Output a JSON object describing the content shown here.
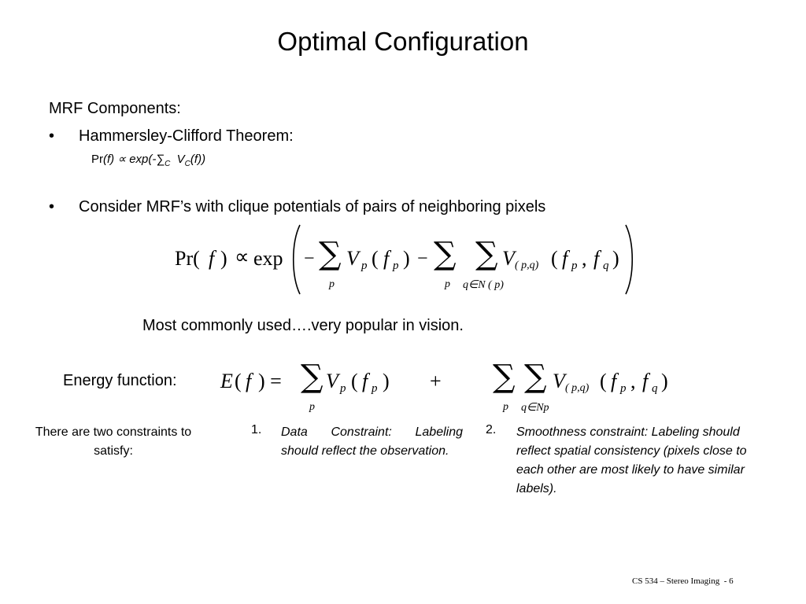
{
  "slide": {
    "title": "Optimal Configuration",
    "mrf_components": "MRF Components:",
    "bullet1": "Hammersley-Clifford Theorem:",
    "hc_formula": {
      "pr": "Pr",
      "rest": "(f) ∝ exp(-∑",
      "sub_c": "C",
      "v": "V",
      "sub_c2": "C",
      "end": "(f))"
    },
    "bullet2": "Consider MRF’s with clique potentials of pairs of neighboring pixels",
    "most_common": "Most commonly used….very popular in vision.",
    "energy_label": "Energy function:",
    "constraints_intro": "There are two constraints to satisfy:",
    "constraint1_num": "1.",
    "constraint1": "Data Constraint: Labeling should reflect the observation.",
    "constraint2_num": "2.",
    "constraint2": "Smoothness constraint: Labeling should reflect spatial consistency (pixels close to each other are most likely to have similar labels).",
    "footer": "CS 534 – Stereo Imaging  - 6"
  },
  "equation1": {
    "pr": "Pr(",
    "f": "f",
    "close": ")",
    "propto": "∝",
    "exp": "exp",
    "minus": "−",
    "sum": "∑",
    "V": "V",
    "p": "p",
    "lp": "(",
    "rp": ")",
    "pq": "( p,q)",
    "comma": ",",
    "q": "q",
    "qnp": "q∈N ( p)"
  },
  "equation2": {
    "E": "E",
    "f": "f",
    "eq": ") =",
    "lp": "(",
    "rp": ")",
    "sum": "∑",
    "V": "V",
    "p": "p",
    "plus": "+",
    "pq": "( p,q)",
    "comma": ",",
    "q": "q",
    "qnp": "q∈Np"
  }
}
